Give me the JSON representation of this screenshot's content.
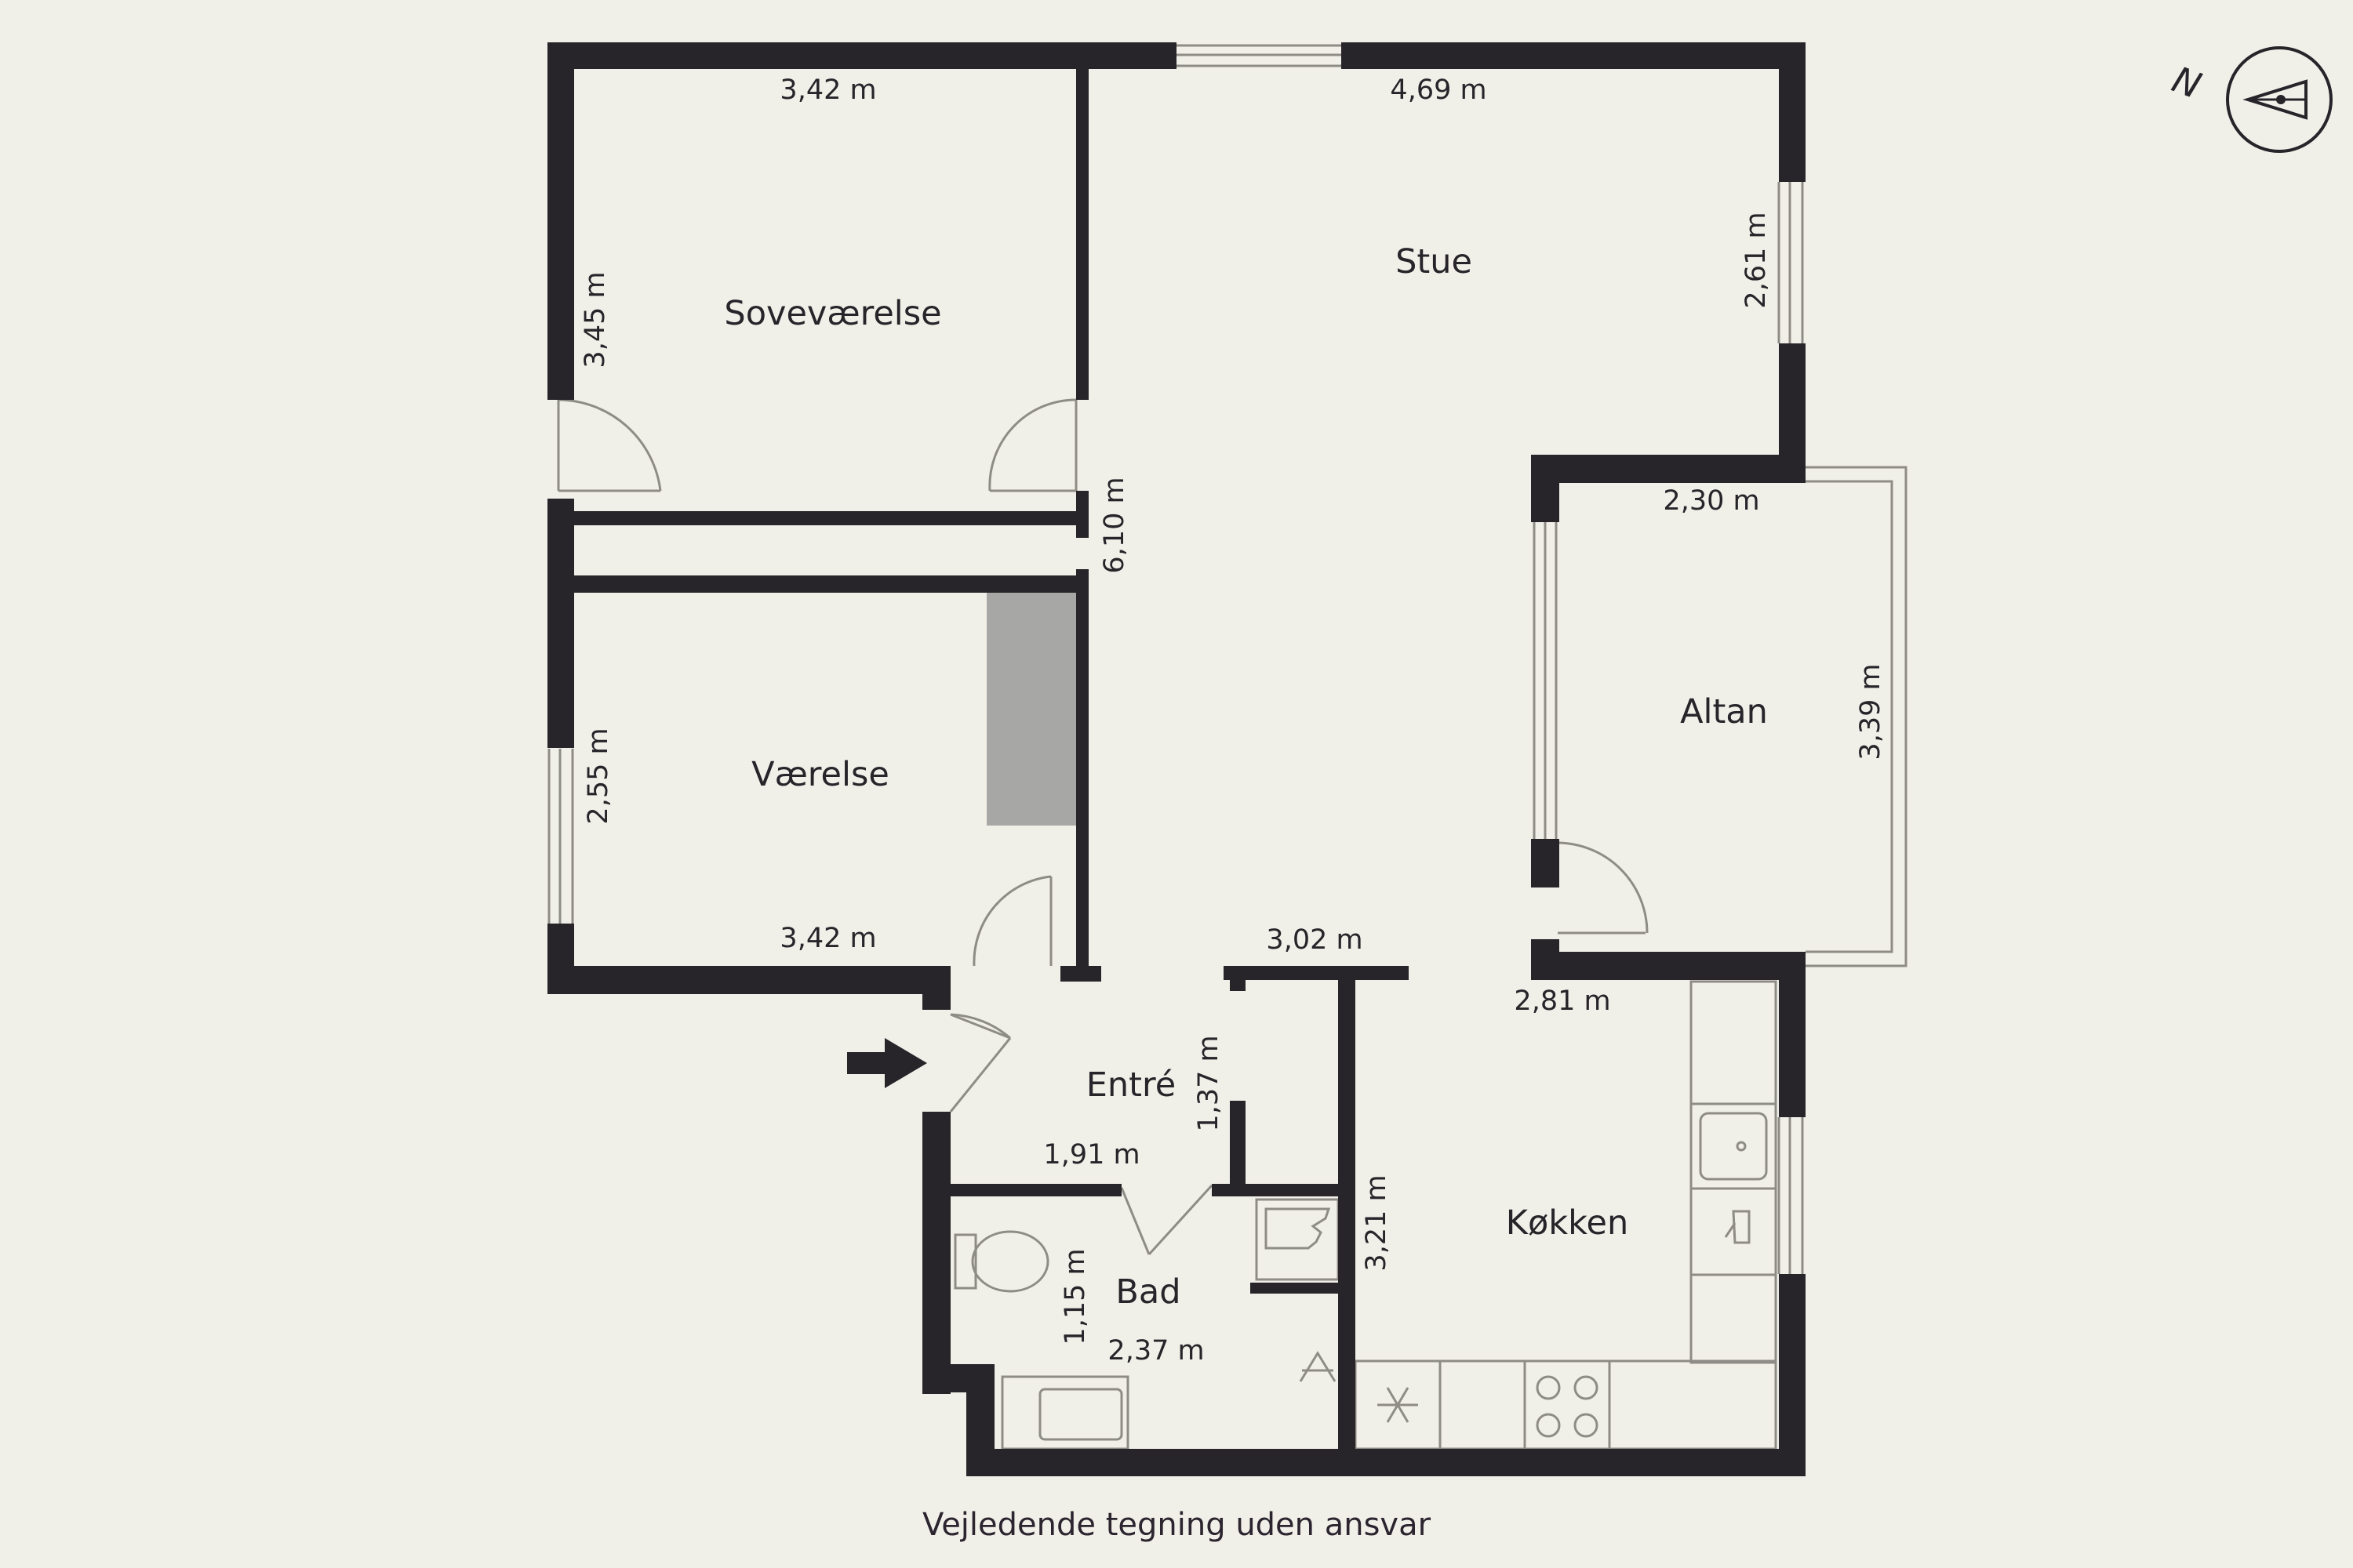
{
  "colors": {
    "background": "#f1f0e8",
    "wall": "#27242a",
    "line": "#8e8c86",
    "wardrobe": "#a7a7a5"
  },
  "rooms": {
    "sovevaerelse": "Soveværelse",
    "stue": "Stue",
    "vaerelse": "Værelse",
    "altan": "Altan",
    "entre": "Entré",
    "kokken": "Køkken",
    "bad": "Bad"
  },
  "dimensions": {
    "sove_width": "3,42 m",
    "sove_height": "3,45 m",
    "stue_width": "4,69 m",
    "stue_window": "2,61 m",
    "stue_height": "6,10 m",
    "altan_width": "2,30 m",
    "altan_height": "3,39 m",
    "vaer_height": "2,55 m",
    "vaer_width": "3,42 m",
    "stue_bottom": "3,02 m",
    "kok_width": "2,81 m",
    "entre_height": "1,37 m",
    "entre_width": "1,91 m",
    "kok_height": "3,21 m",
    "bad_height": "1,15 m",
    "bad_width": "2,37 m"
  },
  "compass": {
    "label": "N",
    "icon": "compass-icon"
  },
  "entrance": {
    "icon": "entrance-arrow-icon"
  },
  "caption": "Vejledende tegning uden ansvar"
}
